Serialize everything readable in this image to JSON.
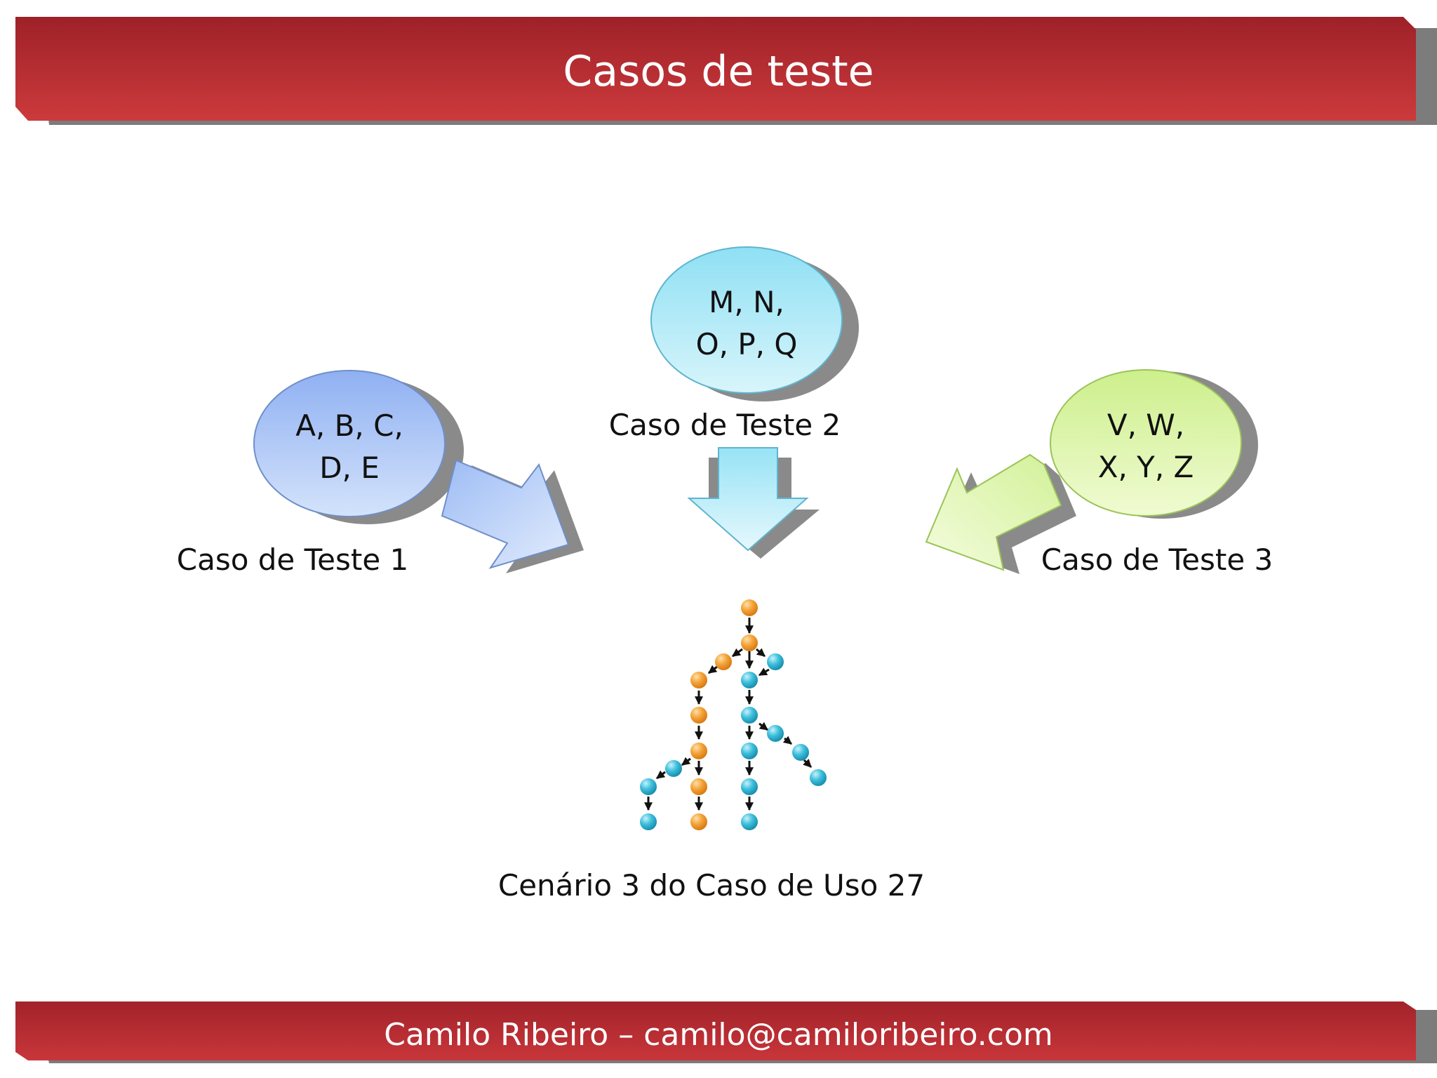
{
  "slide": {
    "title": "Casos de teste",
    "footer": "Camilo Ribeiro – camilo@camiloribeiro.com",
    "colors": {
      "banner_red": "#b8292f",
      "bubble_blue": "#9ebbf3",
      "bubble_cyan": "#9ee6f6",
      "bubble_green": "#d8f59a",
      "node_orange": "#f39a2c",
      "node_cyan": "#35b8d6"
    }
  },
  "diagram": {
    "test_cases": [
      {
        "bubble_lines": [
          "A, B, C,",
          "D, E"
        ],
        "label": "Caso de Teste 1"
      },
      {
        "bubble_lines": [
          "M, N,",
          "O, P, Q"
        ],
        "label": "Caso de Teste 2"
      },
      {
        "bubble_lines": [
          "V, W,",
          "X, Y, Z"
        ],
        "label": "Caso de Teste 3"
      }
    ],
    "scenario_label": "Cenário 3 do Caso de Uso 27"
  }
}
